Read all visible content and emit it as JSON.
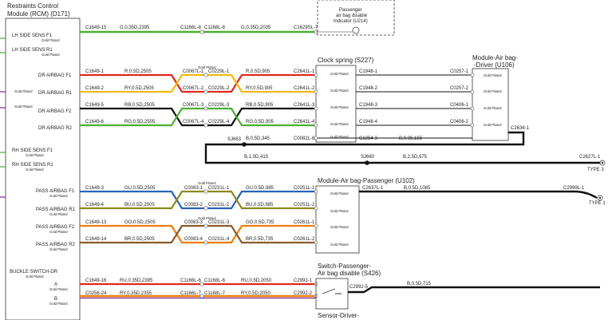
{
  "rcm": {
    "title1": "Restraints Control",
    "title2": "Module (RCM) (D171)",
    "gold": "Gold Plated",
    "pins": {
      "lh_side_f1": "LH SIDE SENS F1",
      "lh_side_r1": "LH SIDE SENS R1",
      "dr_f1": "DR AIRBAG F1",
      "dr_r1": "DR AIRBAG R1",
      "dr_f2": "DR AIRBAG F2",
      "dr_r2": "DR AIRBAG R2",
      "rh_side_f1": "RH SIDE SENS F1",
      "rh_side_r1": "RH SIDE SENS R1",
      "pass_f1": "PASS AIRBAG F1",
      "pass_r1": "PASS AIRBAG R1",
      "pass_f2": "PASS AIRBAG F2",
      "pass_r2": "PASS AIRBAG R2",
      "buckle": "BUCKLE SWITCH-DR",
      "a": "A",
      "b": "B"
    }
  },
  "components": {
    "pass_indicator_1": "Passenger",
    "pass_indicator_2": "air bag disable",
    "pass_indicator_3": "indicator (U214)",
    "clock_spring": "Clock spring (S227)",
    "driver_module_1": "Module-Air bag-",
    "driver_module_2": "-Driver (U106)",
    "pass_module": "Module-Air bag-Passenger (U102)",
    "switch_1": "Switch-Passenger-",
    "switch_2": "Air bag disable (S426)",
    "sensor": "Sensor-Driver-"
  },
  "connectors": {
    "c1649_15": "C1649-15",
    "c1166l_8": "C1166L-8",
    "c1168l_8": "C1168L-8",
    "c1629sl_7": "C1629SL-7",
    "c1649_1": "C1649-1",
    "c1649_2": "C1649-2",
    "c1649_5": "C1649-5",
    "c1649_6": "C1649-6",
    "c0067l_1": "C0067L-1",
    "c0229l_1": "C0229L-1",
    "c0067l_2": "C0067L-2",
    "c0229l_2": "C0229L-2",
    "c0067l_3": "C0067L-3",
    "c0229l_3": "C0229L-3",
    "c0067l_4": "C0067L-4",
    "c0229l_4": "C0229L-4",
    "c2641l_1": "C2641L-1",
    "c2641l_2": "C2641L-2",
    "c2641l_3": "C2641L-3",
    "c2641l_4": "C2641L-4",
    "c1948_1": "C1948-1",
    "c1948_2": "C1948-2",
    "c1948_3": "C1948-3",
    "c1948_4": "C1948-4",
    "c0257_1": "C0257-1",
    "c0257_2": "C0257-2",
    "c0406_1": "C0406-1",
    "c0406_2": "C0406-2",
    "c2636_1": "C2636-1",
    "c0082l_6": "C0082L-6",
    "c1254_3": "C1254-3",
    "sj663": "SJ663",
    "sj660": "SJ660",
    "c2627l_1": "C2627L-1",
    "type3": "TYPE 3",
    "c1649_3": "C1649-3",
    "c1649_4": "C1649-4",
    "c1649_13": "C1649-13",
    "c1649_14": "C1649-14",
    "c0083_1": "C0083-1",
    "c0231l_1": "C0231L-1",
    "c0083_2": "C0083-2",
    "c0231l_2": "C0231L-2",
    "c0083_3": "C0083-3",
    "c0231l_3": "C0231L-3",
    "c0083_4": "C0083-4",
    "c0231l_4": "C0231L-4",
    "c0251l_1": "C0251L-1",
    "c0251l_2": "C0251L-2",
    "c0261l_1": "C0261L-1",
    "c0261l_2": "C0261L-2",
    "c2637l_1": "C2637L-1",
    "c2999l_1": "C2999L-1",
    "type1": "TYPE 1",
    "c1649_16": "C1649-16",
    "c0256_24": "C0256-24",
    "c1166l_6": "C1166L-6",
    "c1168l_6": "C1168L-6",
    "c1166l_7": "C1166L-7",
    "c1168l_7": "C1168L-7",
    "c2992_1": "C2992-1",
    "c2992_2": "C2992-2",
    "c2992_5": "C2992-5"
  },
  "wires": {
    "lh_a": "G,0.35D,2395",
    "lh_b": "G,0.35D,2035",
    "dr1_a": "R,0.5D,2505",
    "dr1_b": "R,0.5D,905",
    "dr2_a": "RY,0.5D,2505",
    "dr2_b": "RY,0.5D,905",
    "dr3_a": "RB,0.5D,2505",
    "dr3_b": "RB,0.5D,905",
    "dr4_a": "RG,0.5D,2505",
    "dr4_b": "RG,0.5D,905",
    "gnd_a": "B,0.5D,345",
    "gnd_b": "B,0.35,155",
    "gnd_c": "B,1.0D,415",
    "gnd_d": "B,2.5D,675",
    "p1_a": "GU,0.5D,2505",
    "p1_b": "GU,0.5D,985",
    "p2_a": "BU,0.5D,2505",
    "p2_b": "BU,0.5D,985",
    "p3_a": "GO,0.5D,2505",
    "p3_b": "GO,0.5D,735",
    "p4_a": "BR,0.5D,2505",
    "p4_b": "BR,0.5D,735",
    "p_gnd": "B,0.5D,1085",
    "bk_a": "RU,0.35D,2395",
    "bk_b": "RU,0.5D,2050",
    "bk_c": "RY,0.35D,2355",
    "bk_d": "RY,0.5D,2050",
    "sw_gnd": "B,0.5D,715"
  },
  "colors": {
    "green": "#4caf33",
    "red": "#e0281e",
    "yellow": "#f2b90f",
    "black": "#111111",
    "blue": "#2a63b8",
    "olive": "#8a8a1a",
    "orange": "#f07d0a",
    "brown": "#8b5a2b",
    "purple": "#7a2a90"
  }
}
